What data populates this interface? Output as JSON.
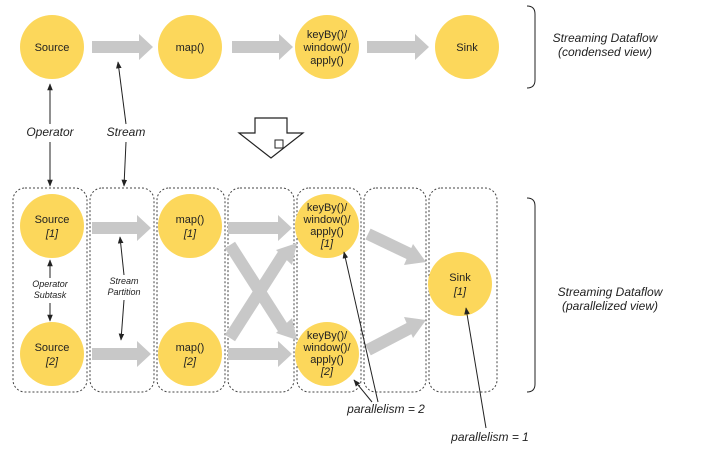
{
  "condensed": {
    "nodes": [
      {
        "id": "source",
        "lines": [
          "Source"
        ]
      },
      {
        "id": "map",
        "lines": [
          "map()"
        ]
      },
      {
        "id": "keyby",
        "lines": [
          "keyBy()/",
          "window()/",
          "apply()"
        ]
      },
      {
        "id": "sink",
        "lines": [
          "Sink"
        ]
      }
    ],
    "label_operator": "Operator",
    "label_stream": "Stream",
    "side_label": [
      "Streaming Dataflow",
      "(condensed view)"
    ]
  },
  "parallel": {
    "nodes": [
      {
        "id": "source-1",
        "lines": [
          "Source"
        ],
        "sub": "[1]"
      },
      {
        "id": "source-2",
        "lines": [
          "Source"
        ],
        "sub": "[2]"
      },
      {
        "id": "map-1",
        "lines": [
          "map()"
        ],
        "sub": "[1]"
      },
      {
        "id": "map-2",
        "lines": [
          "map()"
        ],
        "sub": "[2]"
      },
      {
        "id": "keyby-1",
        "lines": [
          "keyBy()/",
          "window()/",
          "apply()"
        ],
        "sub": "[1]"
      },
      {
        "id": "keyby-2",
        "lines": [
          "keyBy()/",
          "window()/",
          "apply()"
        ],
        "sub": "[2]"
      },
      {
        "id": "sink-1",
        "lines": [
          "Sink"
        ],
        "sub": "[1]"
      }
    ],
    "label_operator_subtask": [
      "Operator",
      "Subtask"
    ],
    "label_stream_partition": [
      "Stream",
      "Partition"
    ],
    "label_parallelism_2": "parallelism = 2",
    "label_parallelism_1": "parallelism = 1",
    "side_label": [
      "Streaming Dataflow",
      "(parallelized view)"
    ]
  },
  "colors": {
    "node_fill": "#fcd75b",
    "arrow_fill": "#c8c8c8",
    "box_stroke": "#444444",
    "line": "#222222"
  }
}
